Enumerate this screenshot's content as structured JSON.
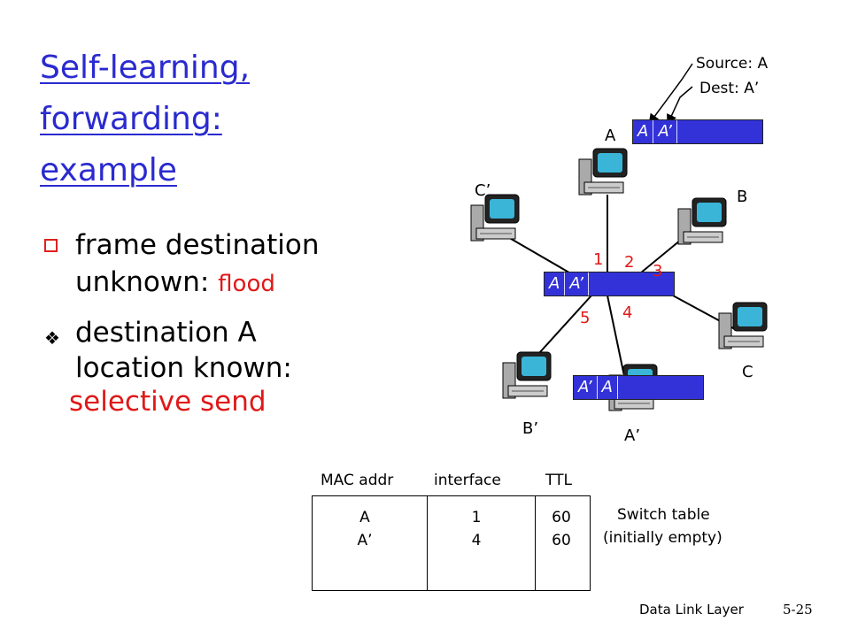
{
  "title_lines": [
    "Self-learning,",
    "forwarding:",
    "example"
  ],
  "bullets": [
    {
      "line1": "frame destination",
      "line2_prefix": "unknown: ",
      "line2_highlight": "flood"
    },
    {
      "line1": "destination A",
      "line2": "location known:",
      "line3_highlight": "selective send"
    }
  ],
  "source_label": "Source: A",
  "dest_label": "Dest: A’",
  "hosts": {
    "A": "A",
    "B": "B",
    "C": "C",
    "A_prime": "A’",
    "B_prime": "B’",
    "C_prime": "C’"
  },
  "frames": {
    "top": [
      "A",
      "A’"
    ],
    "switch": [
      "A",
      "A’"
    ],
    "bottom": [
      "A’",
      "A"
    ]
  },
  "interface_numbers": [
    "1",
    "2",
    "3",
    "4",
    "5"
  ],
  "table": {
    "headers": [
      "MAC addr",
      "interface",
      "TTL"
    ],
    "rows": [
      [
        "A",
        "1",
        "60"
      ],
      [
        "A’",
        "4",
        "60"
      ]
    ]
  },
  "table_caption": [
    "Switch table",
    "(initially empty)"
  ],
  "footer": {
    "label": "Data Link Layer",
    "page": "5-25"
  },
  "colors": {
    "title": "#2a2ad0",
    "highlight": "#e01818",
    "frame": "#3232d8"
  }
}
